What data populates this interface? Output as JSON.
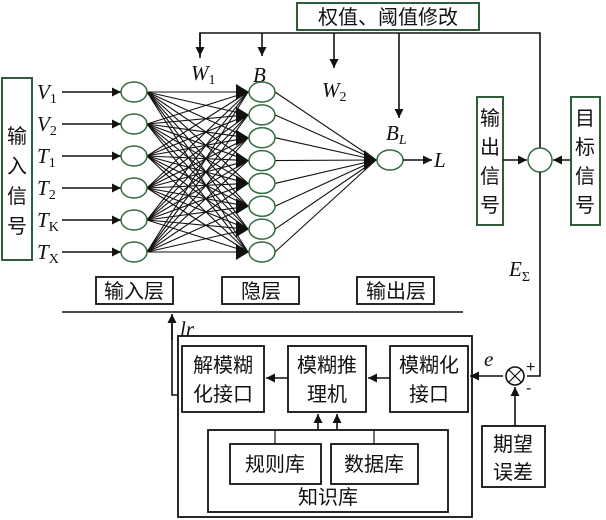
{
  "diagram": {
    "type": "BP neural network with fuzzy learning-rate controller",
    "top_box": "权值、阈值修改",
    "weights": {
      "w1": "W",
      "w1_sub": "1",
      "b": "B",
      "w2": "W",
      "w2_sub": "2",
      "bl": "B",
      "bl_sub": "L"
    },
    "input_box": [
      "输",
      "入",
      "信",
      "号"
    ],
    "inputs": [
      {
        "main": "V",
        "sub": "1"
      },
      {
        "main": "V",
        "sub": "2"
      },
      {
        "main": "T",
        "sub": "1"
      },
      {
        "main": "T",
        "sub": "2"
      },
      {
        "main": "T",
        "sub": "K"
      },
      {
        "main": "T",
        "sub": "X"
      }
    ],
    "hidden_node_count": 8,
    "output_label": "L",
    "output_box": [
      "输",
      "出",
      "信",
      "号"
    ],
    "target_box": [
      "目",
      "标",
      "信",
      "号"
    ],
    "error_label": {
      "main": "E",
      "sub": "Σ"
    },
    "layers": {
      "input": "输入层",
      "hidden": "隐层",
      "output": "输出层"
    },
    "lr_label": "lr",
    "fuzzy": {
      "defuzz": [
        "解模糊",
        "化接口"
      ],
      "inference": [
        "模糊推",
        "理机"
      ],
      "fuzzify": [
        "模糊化",
        "接口"
      ],
      "rule_base": "规则库",
      "data_base": "数据库",
      "knowledge_base": "知识库"
    },
    "e_label": "e",
    "plus": "+",
    "minus": "-",
    "expected_error": [
      "期望",
      "误差"
    ]
  }
}
